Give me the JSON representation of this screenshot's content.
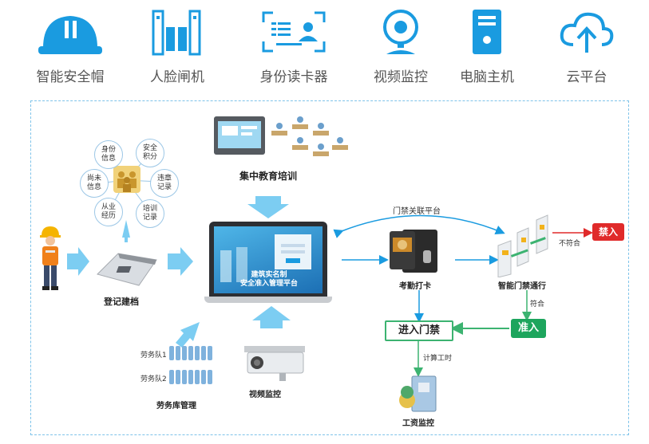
{
  "top_devices": [
    {
      "label": "智能安全帽",
      "icon": "helmet-icon"
    },
    {
      "label": "人脸闸机",
      "icon": "face-gate-icon"
    },
    {
      "label": "身份读卡器",
      "icon": "id-reader-icon"
    },
    {
      "label": "视频监控",
      "icon": "camera-icon"
    },
    {
      "label": "电脑主机",
      "icon": "computer-icon"
    },
    {
      "label": "云平台",
      "icon": "cloud-upload-icon"
    }
  ],
  "info_bubbles": [
    "身份\n信息",
    "安全\n积分",
    "尚未\n信息",
    "违章\n记录",
    "从业\n经历",
    "培训\n记录"
  ],
  "labels": {
    "training": "集中教育培训",
    "register": "登记建档",
    "platform_line1": "建筑实名制",
    "platform_line2": "安全准入管理平台",
    "access_platform": "门禁关联平台",
    "attendance": "考勤打卡",
    "gate_pass": "智能门禁通行",
    "not_match": "不符合",
    "match": "符合",
    "forbidden": "禁入",
    "allowed": "准入",
    "enter_gate": "进入门禁",
    "calc_hours": "计算工时",
    "wage_monitor": "工资监控",
    "video_monitor": "视频监控",
    "labor_mgmt": "劳务库管理",
    "team1": "劳务队1",
    "team2": "劳务队2"
  },
  "colors": {
    "accent": "#1a9be0",
    "arrow": "#6cc3ef",
    "red": "#e02a2a",
    "green": "#1da55d"
  }
}
